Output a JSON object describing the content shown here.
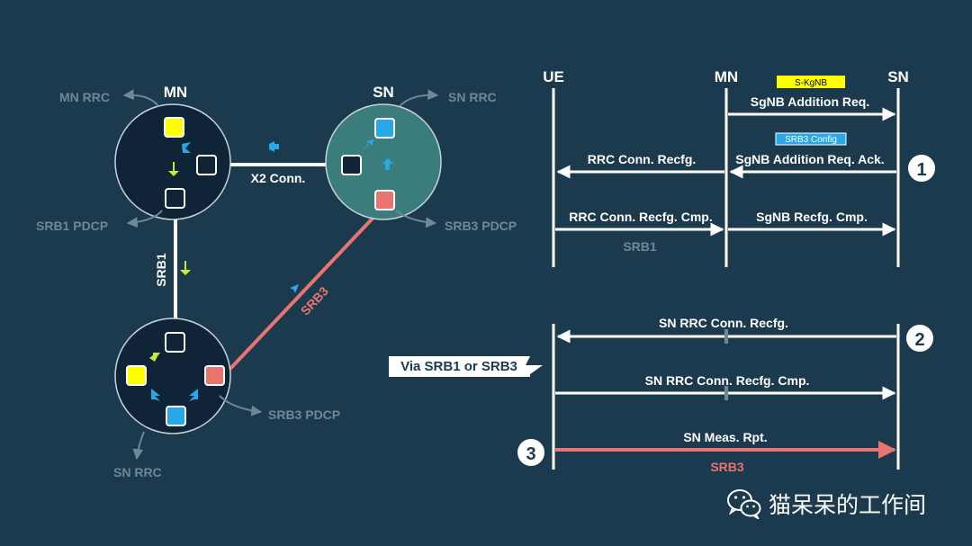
{
  "topology": {
    "mn_title": "MN",
    "sn_title": "SN",
    "mn_rrc_label": "MN RRC",
    "sn_rrc_label_top": "SN RRC",
    "srb1_pdcp_label": "SRB1 PDCP",
    "srb3_pdcp_label_top": "SRB3 PDCP",
    "x2_label": "X2 Conn.",
    "srb1_link_label": "SRB1",
    "srb3_link_label": "SRB3",
    "srb3_pdcp_label_bottom": "SRB3 PDCP",
    "sn_rrc_label_bottom": "SN RRC"
  },
  "sequence_top": {
    "entities": [
      "UE",
      "MN",
      "SN"
    ],
    "key_tag": "S-KgNB",
    "config_tag": "SRB3 Config",
    "messages": [
      {
        "label": "SgNB Addition Req.",
        "from": "MN",
        "to": "SN"
      },
      {
        "label": "SgNB Addition Req. Ack.",
        "from": "SN",
        "to": "MN"
      },
      {
        "label": "RRC Conn. Recfg.",
        "from": "MN",
        "to": "UE"
      },
      {
        "label": "RRC Conn. Recfg. Cmp.",
        "from": "UE",
        "to": "MN"
      },
      {
        "label": "SgNB Recfg. Cmp.",
        "from": "MN",
        "to": "SN"
      }
    ],
    "srb1_note": "SRB1",
    "step": "1"
  },
  "sequence_bottom": {
    "messages": [
      {
        "label": "SN RRC Conn. Recfg.",
        "from": "SN",
        "to": "UE"
      },
      {
        "label": "SN RRC Conn. Recfg. Cmp.",
        "from": "UE",
        "to": "SN"
      },
      {
        "label": "SN Meas. Rpt.",
        "from": "UE",
        "to": "SN"
      }
    ],
    "via_callout": "Via SRB1 or SRB3",
    "srb3_note": "SRB3",
    "step2": "2",
    "step3": "3"
  },
  "watermark": {
    "text": "猫呆呆的工作间",
    "icon": "wechat-icon"
  },
  "colors": {
    "background": "#1c3a4e",
    "yellow": "#ffff00",
    "blue": "#29a8e8",
    "red": "#e8756f",
    "gray_label": "#6f8797"
  }
}
